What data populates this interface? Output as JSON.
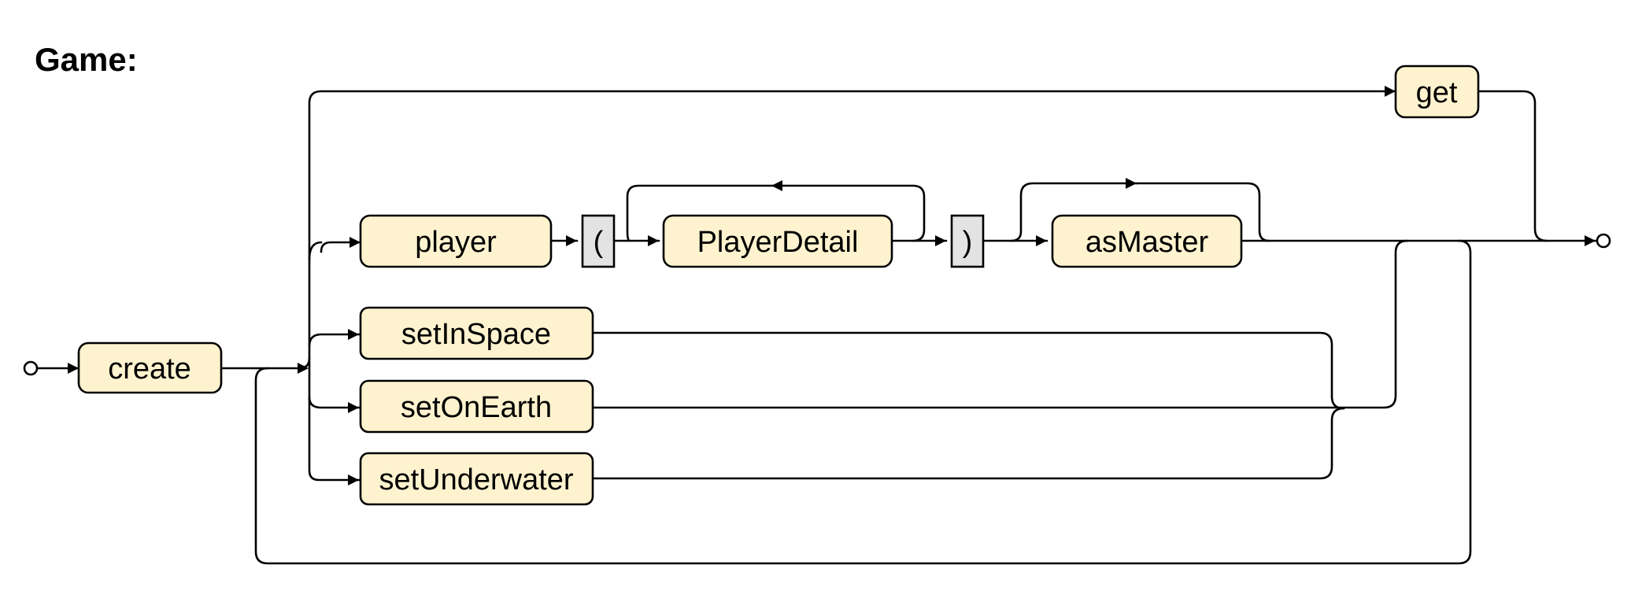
{
  "title": "Game:",
  "nodes": {
    "create": "create",
    "get": "get",
    "player": "player",
    "open_paren": "(",
    "player_detail": "PlayerDetail",
    "close_paren": ")",
    "as_master": "asMaster",
    "set_in_space": "setInSpace",
    "set_on_earth": "setOnEarth",
    "set_underwater": "setUnderwater"
  },
  "colors": {
    "nonterminal_fill": "#fff3cf",
    "terminal_fill": "#e3e3e3",
    "line": "#000000"
  }
}
